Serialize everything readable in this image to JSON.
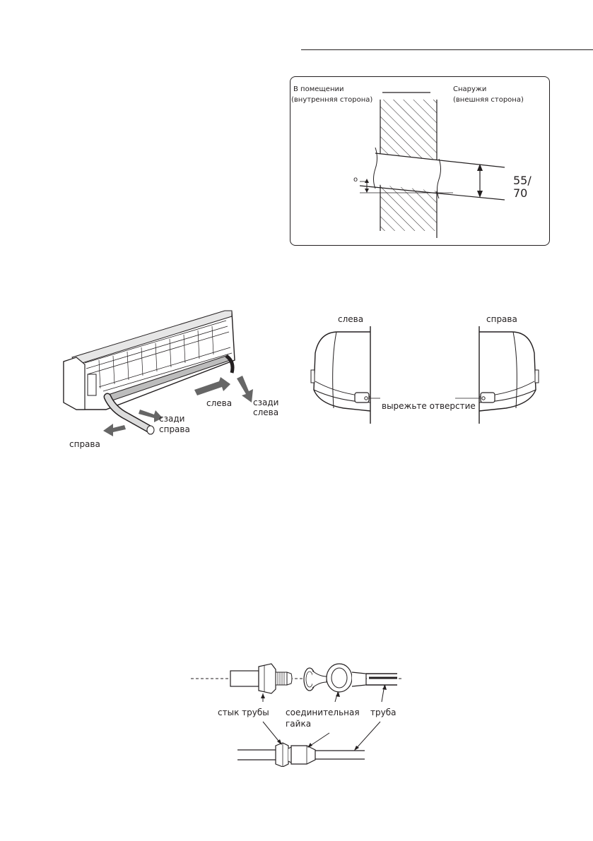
{
  "wall_figure": {
    "indoor_label": "В помещении",
    "indoor_sub": "(внутренняя сторона)",
    "outdoor_label": "Снаружи",
    "outdoor_sub": "(внешняя сторона)",
    "angle_mark": "o",
    "dim_top": "55/",
    "dim_bottom": "70"
  },
  "unit_figure": {
    "label_left": "слева",
    "label_rear_left_1": "сзади",
    "label_rear_left_2": "слева",
    "label_rear_right_1": "сзади",
    "label_rear_right_2": "справа",
    "label_right": "справа"
  },
  "side_views": {
    "left_title": "слева",
    "right_title": "справа",
    "cut_hole": "вырежьте отверстие"
  },
  "pipe_figure": {
    "pipe_joint": "стык трубы",
    "nut_1": "соединительная",
    "nut_2": "гайка",
    "pipe": "труба"
  }
}
